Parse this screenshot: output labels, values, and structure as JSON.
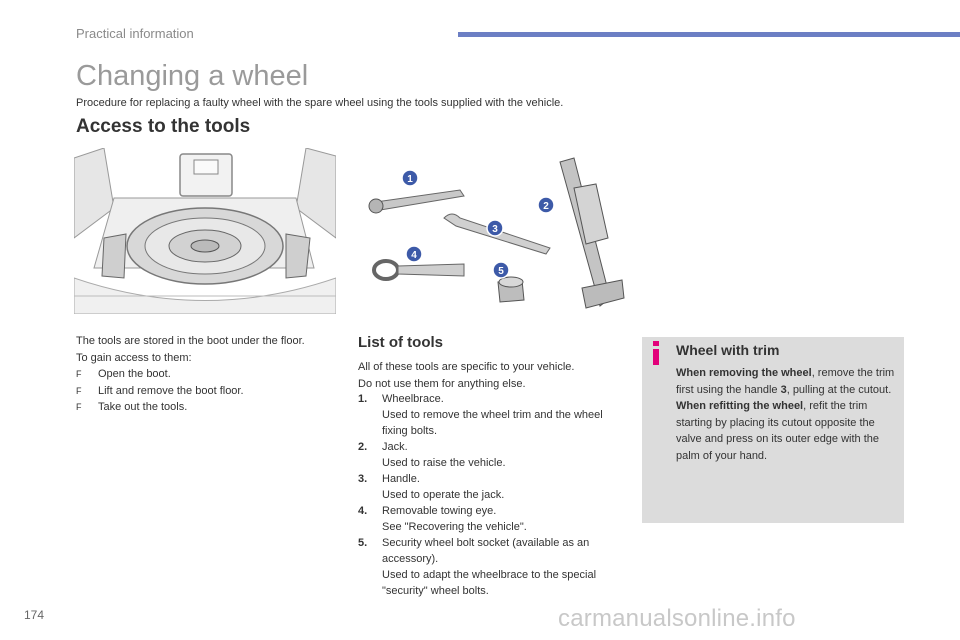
{
  "header": {
    "section": "Practical information"
  },
  "page": {
    "title": "Changing a wheel",
    "intro": "Procedure for replacing a faulty wheel with the spare wheel using the tools supplied with the vehicle.",
    "access_heading": "Access to the tools"
  },
  "storage": {
    "line1": "The tools are stored in the boot under the floor.",
    "line2": "To gain access to them:",
    "bullet_symbol": "F",
    "steps": [
      "Open the boot.",
      "Lift and remove the boot floor.",
      "Take out the tools."
    ]
  },
  "list_of_tools": {
    "heading": "List of tools",
    "intro_line1": "All of these tools are specific to your vehicle.",
    "intro_line2": "Do not use them for anything else.",
    "items": [
      {
        "num": "1.",
        "name": "Wheelbrace.",
        "desc": "Used to remove the wheel trim and the wheel fixing bolts."
      },
      {
        "num": "2.",
        "name": "Jack.",
        "desc": "Used to raise the vehicle."
      },
      {
        "num": "3.",
        "name": "Handle.",
        "desc": "Used to operate the jack."
      },
      {
        "num": "4.",
        "name": "Removable towing eye.",
        "desc": "See \"Recovering the vehicle\"."
      },
      {
        "num": "5.",
        "name": "Security wheel bolt socket (available as an accessory).",
        "desc": "Used to adapt the wheelbrace to the special \"security\" wheel bolts."
      }
    ]
  },
  "callouts": [
    "1",
    "2",
    "3",
    "4",
    "5"
  ],
  "info": {
    "icon": "info-icon",
    "heading": "Wheel with trim",
    "removing_bold": "When removing the wheel",
    "removing_text1": ", remove the trim first using the handle ",
    "handle_ref": "3",
    "removing_text2": ", pulling at the cutout.",
    "refitting_bold": "When refitting the wheel",
    "refitting_text": ", refit the trim starting by placing its cutout opposite the valve and press on its outer edge with the palm of your hand."
  },
  "footer": {
    "page_number": "174",
    "watermark": "carmanualsonline.info"
  },
  "colors": {
    "accent_bar": "#6c7fc4",
    "callout_blue": "#3d5aa8",
    "info_box": "#dcdcdc",
    "info_icon": "#e2007a"
  }
}
